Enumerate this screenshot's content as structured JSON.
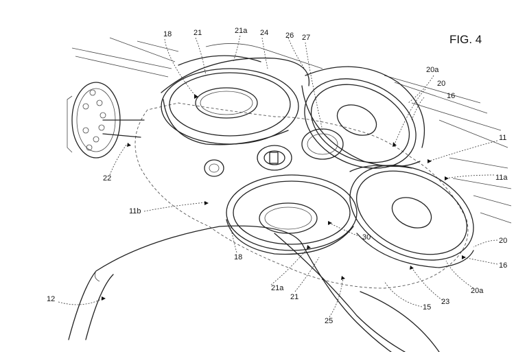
{
  "figure": {
    "title": "FIG. 4",
    "labels": {
      "l18a": "18",
      "l21a": "21",
      "l21a_top": "21a",
      "l24": "24",
      "l26": "26",
      "l27": "27",
      "l20a_top": "20a",
      "l20_top": "20",
      "l16_top": "16",
      "l11": "11",
      "l11a": "11a",
      "l22": "22",
      "l11b": "11b",
      "l30": "30",
      "l18b": "18",
      "l20_right": "20",
      "l16_right": "16",
      "l12": "12",
      "l21a_bot": "21a",
      "l21_bot": "21",
      "l23": "23",
      "l20a_bot": "20a",
      "l15": "15",
      "l25": "25"
    }
  }
}
